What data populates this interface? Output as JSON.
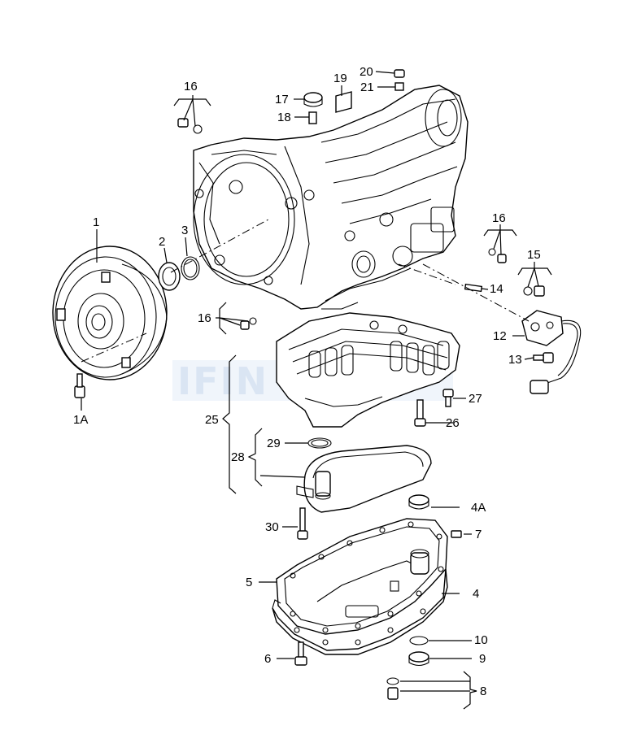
{
  "callouts": {
    "c1": "1",
    "c1A": "1A",
    "c2": "2",
    "c3": "3",
    "c4": "4",
    "c4A": "4A",
    "c5": "5",
    "c6": "6",
    "c7": "7",
    "c8": "8",
    "c9": "9",
    "c10": "10",
    "c12": "12",
    "c13": "13",
    "c14": "14",
    "c15": "15",
    "c16a": "16",
    "c16b": "16",
    "c16c": "16",
    "c17": "17",
    "c18": "18",
    "c19": "19",
    "c20": "20",
    "c21": "21",
    "c25": "25",
    "c26": "26",
    "c27": "27",
    "c28": "28",
    "c29": "29",
    "c30": "30"
  },
  "watermark": "IFIN"
}
